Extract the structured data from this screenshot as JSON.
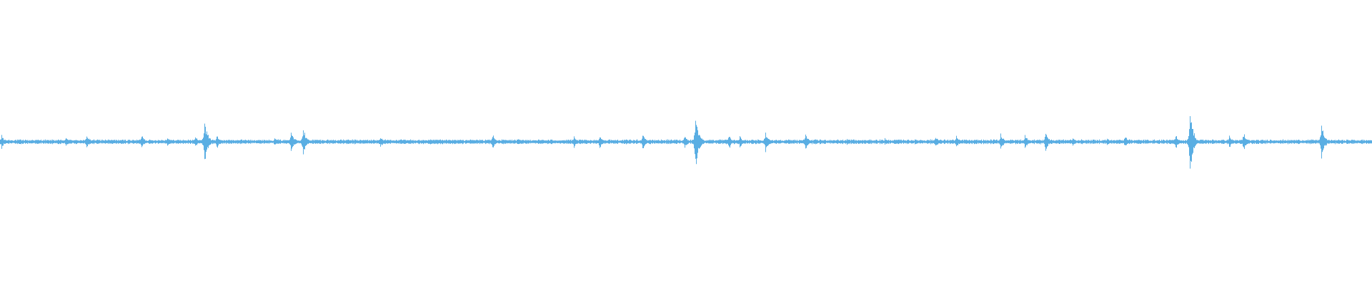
{
  "waveform": {
    "color": "#5aaee3",
    "background": "#ffffff",
    "baseline_amplitude": 0.004,
    "noise_amplitude": 0.008,
    "transients": [
      {
        "position": 0.001,
        "amplitude": 0.025
      },
      {
        "position": 0.048,
        "amplitude": 0.022
      },
      {
        "position": 0.063,
        "amplitude": 0.03
      },
      {
        "position": 0.103,
        "amplitude": 0.03
      },
      {
        "position": 0.122,
        "amplitude": 0.02
      },
      {
        "position": 0.142,
        "amplitude": 0.025
      },
      {
        "position": 0.149,
        "amplitude": 0.09
      },
      {
        "position": 0.158,
        "amplitude": 0.03
      },
      {
        "position": 0.2,
        "amplitude": 0.02
      },
      {
        "position": 0.212,
        "amplitude": 0.05
      },
      {
        "position": 0.221,
        "amplitude": 0.06
      },
      {
        "position": 0.277,
        "amplitude": 0.022
      },
      {
        "position": 0.359,
        "amplitude": 0.03
      },
      {
        "position": 0.377,
        "amplitude": 0.015
      },
      {
        "position": 0.418,
        "amplitude": 0.025
      },
      {
        "position": 0.437,
        "amplitude": 0.025
      },
      {
        "position": 0.468,
        "amplitude": 0.03
      },
      {
        "position": 0.499,
        "amplitude": 0.03
      },
      {
        "position": 0.507,
        "amplitude": 0.12
      },
      {
        "position": 0.531,
        "amplitude": 0.03
      },
      {
        "position": 0.539,
        "amplitude": 0.025
      },
      {
        "position": 0.558,
        "amplitude": 0.04
      },
      {
        "position": 0.587,
        "amplitude": 0.035
      },
      {
        "position": 0.617,
        "amplitude": 0.015
      },
      {
        "position": 0.645,
        "amplitude": 0.015
      },
      {
        "position": 0.682,
        "amplitude": 0.025
      },
      {
        "position": 0.697,
        "amplitude": 0.025
      },
      {
        "position": 0.729,
        "amplitude": 0.035
      },
      {
        "position": 0.747,
        "amplitude": 0.03
      },
      {
        "position": 0.762,
        "amplitude": 0.04
      },
      {
        "position": 0.782,
        "amplitude": 0.015
      },
      {
        "position": 0.807,
        "amplitude": 0.015
      },
      {
        "position": 0.82,
        "amplitude": 0.025
      },
      {
        "position": 0.857,
        "amplitude": 0.03
      },
      {
        "position": 0.867,
        "amplitude": 0.14
      },
      {
        "position": 0.896,
        "amplitude": 0.025
      },
      {
        "position": 0.906,
        "amplitude": 0.035
      },
      {
        "position": 0.963,
        "amplitude": 0.07
      }
    ]
  }
}
